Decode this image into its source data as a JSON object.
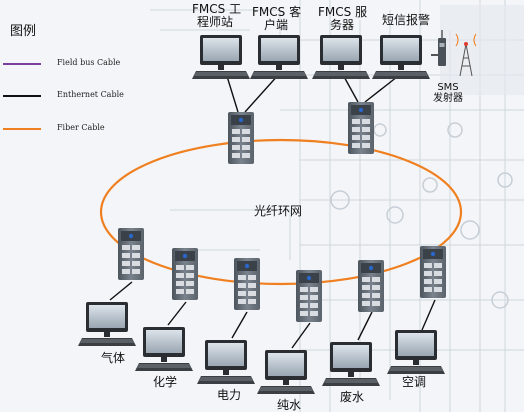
{
  "legend": {
    "title": "图例",
    "items": [
      {
        "label": "Field bus Cable",
        "color": "#7b3fa0"
      },
      {
        "label": "Enthernet Cable",
        "color": "#111111"
      },
      {
        "label": "Fiber Cable",
        "color": "#f07f1f"
      }
    ]
  },
  "top_nodes": [
    {
      "line1": "FMCS 工",
      "line2": "程师站"
    },
    {
      "line1": "FMCS 客",
      "line2": "户端"
    },
    {
      "line1": "FMCS 服",
      "line2": "务器"
    },
    {
      "line1": "短信报警",
      "line2": ""
    }
  ],
  "sms": {
    "line1": "SMS",
    "line2": "发射器"
  },
  "ring_label": "光纤环网",
  "bottom_nodes": [
    "气体",
    "化学",
    "电力",
    "纯水",
    "废水",
    "空调"
  ],
  "colors": {
    "fiber": "#f07f1f",
    "ethernet": "#111111",
    "fieldbus": "#7b3fa0",
    "switch_body": "#6c7580",
    "port": "#d9dde2"
  }
}
